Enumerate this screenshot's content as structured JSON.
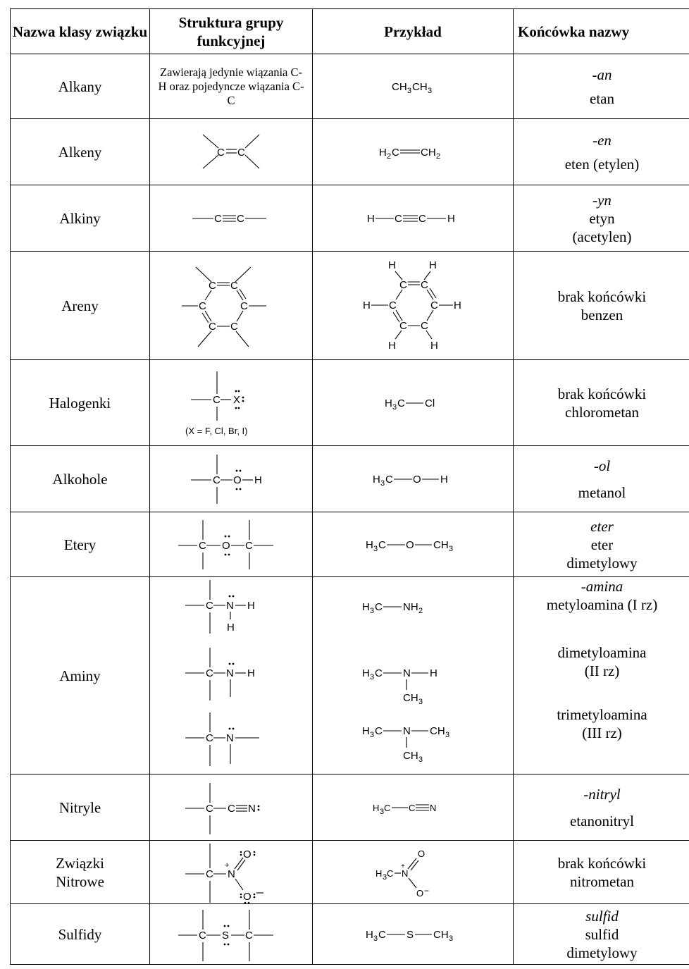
{
  "headers": {
    "class_name": "Nazwa klasy związku",
    "structure": "Struktura grupy funkcyjnej",
    "example": "Przykład",
    "ending": "Końcówka nazwy"
  },
  "rows": [
    {
      "name": "Alkany",
      "structure_text": "Zawierają jedynie wiązania C-H oraz pojedyncze wiązania C-C",
      "example": "CH3CH3",
      "suffix": "-an",
      "ending_name": "etan"
    },
    {
      "name": "Alkeny",
      "structure": "C=C",
      "example": "H2C=CH2",
      "suffix": "-en",
      "ending_name": "eten (etylen)"
    },
    {
      "name": "Alkiny",
      "structure": "—C≡C—",
      "example": "H—C≡C—H",
      "suffix": "-yn",
      "ending_name": "etyn",
      "ending_name2": "(acetylen)"
    },
    {
      "name": "Areny",
      "structure": "benzene ring",
      "example": "benzene",
      "ending_text": "brak końcówki",
      "ending_name": "benzen"
    },
    {
      "name": "Halogenki",
      "structure": "C—X",
      "structure_note": "(X = F, Cl, Br, I)",
      "example": "H3C—Cl",
      "ending_text": "brak końcówki",
      "ending_name": "chlorometan"
    },
    {
      "name": "Alkohole",
      "structure": "C—O—H",
      "example": "H3C—O—H",
      "suffix": "-ol",
      "ending_name": "metanol"
    },
    {
      "name": "Etery",
      "structure": "C—O—C",
      "example": "H3C—O—CH3",
      "suffix": "eter",
      "ending_name": "eter",
      "ending_name2": "dimetylowy"
    },
    {
      "name": "Aminy",
      "suffix": "-amina",
      "items": [
        {
          "example": "H3C—NH2",
          "ending_name": "metyloamina (I rz)"
        },
        {
          "example": "H3C—NH—CH3",
          "ending_name": "dimetyloamina",
          "ending_name2": "(II rz)"
        },
        {
          "example": "H3C—N(CH3)—CH3",
          "ending_name": "trimetyloamina",
          "ending_name2": "(III rz)"
        }
      ]
    },
    {
      "name": "Nitryle",
      "structure": "C—C≡N",
      "example": "H3C—C≡N",
      "suffix": "-nitryl",
      "ending_name": "etanonitryl"
    },
    {
      "name": "Związki",
      "name2": "Nitrowe",
      "structure": "C—NO2",
      "example": "H3C—NO2",
      "ending_text": "brak końcówki",
      "ending_name": "nitrometan"
    },
    {
      "name": "Sulfidy",
      "structure": "C—S—C",
      "example": "H3C—S—CH3",
      "suffix": "sulfid",
      "ending_name": "sulfid",
      "ending_name2": "dimetylowy"
    }
  ]
}
